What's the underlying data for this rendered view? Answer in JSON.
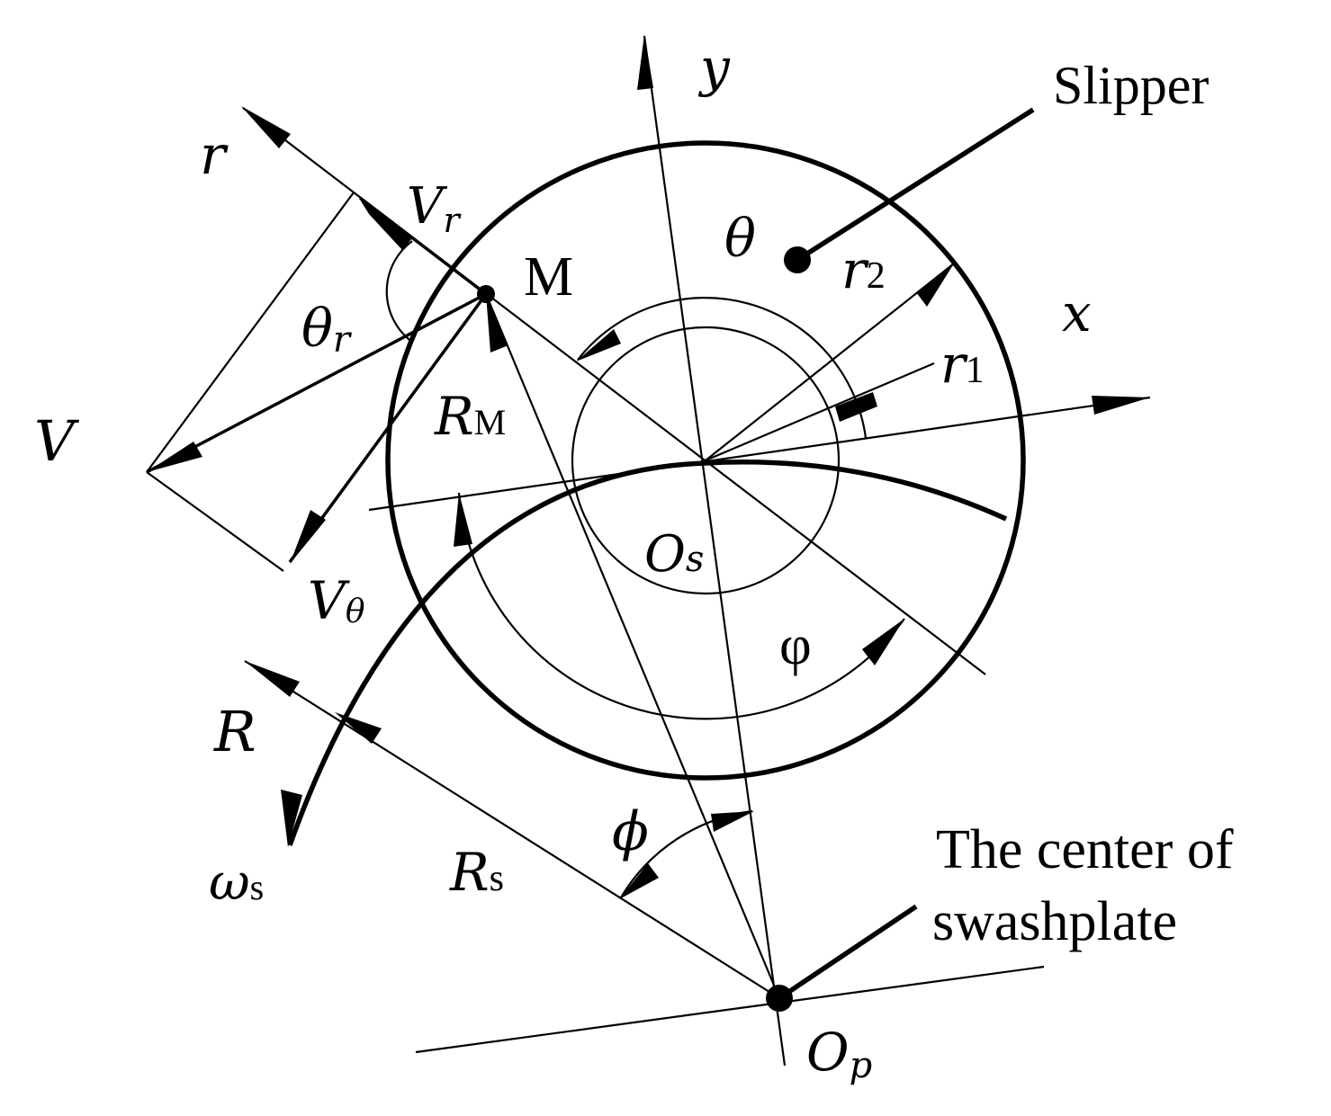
{
  "labels": {
    "y": "y",
    "x": "x",
    "r": "r",
    "slipper": "Slipper",
    "theta": "θ",
    "m": "M",
    "r2_base": "r",
    "r2_sub": "2",
    "r1_base": "r",
    "r1_sub": "1",
    "vr_base": "V",
    "vr_sub": "r",
    "theta_r_base": "θ",
    "theta_r_sub": "r",
    "v": "V",
    "rm_base": "R",
    "rm_sub": "M",
    "os_base": "O",
    "os_sub": "s",
    "vtheta_base": "V",
    "vtheta_sub": "θ",
    "phi_small": "φ",
    "r_big": "R",
    "phi_big": "ϕ",
    "omega_base": "ω",
    "omega_sub": "s",
    "rs_base": "R",
    "rs_sub": "s",
    "center_line1": "The center of",
    "center_line2": "swashplate",
    "op_base": "O",
    "op_sub": "p"
  }
}
